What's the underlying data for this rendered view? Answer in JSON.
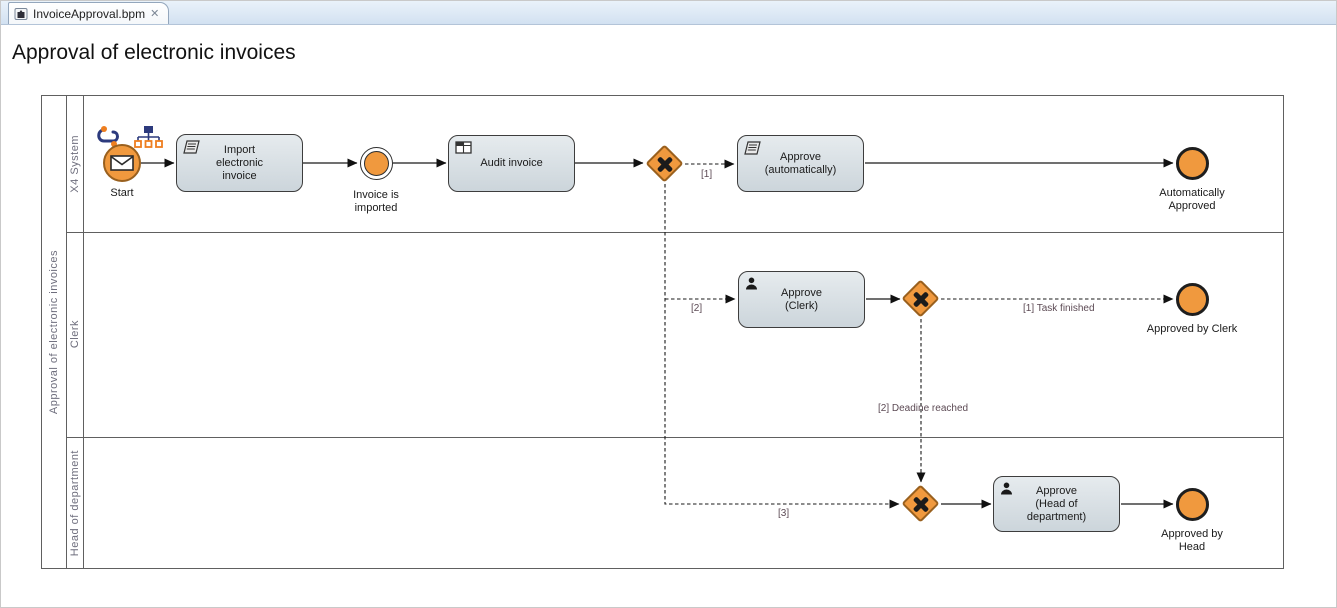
{
  "colors": {
    "accent_orange": "#F0993E",
    "orange_border": "#99601E",
    "task_fill_top": "#e6ebee",
    "task_fill_bottom": "#ccd5db",
    "tabbar_blue": "#d2e1f1",
    "line_black": "#1a1a1a",
    "pool_line_grey": "#606060",
    "lane_text_grey": "#6e6e7d"
  },
  "tab": {
    "title": "InvoiceApproval.bpm",
    "close_glyph": "✕"
  },
  "page_title": "Approval of electronic invoices",
  "pool": {
    "label": "Approval of electronic invoices",
    "lanes": [
      {
        "label": "X4 System"
      },
      {
        "label": "Clerk"
      },
      {
        "label": "Head of department"
      }
    ]
  },
  "nodes": {
    "start_event": {
      "label": "Start",
      "icon": "message-envelope-icon"
    },
    "task_import": {
      "label": "Import\nelectronic\ninvoice",
      "icon": "service-script-icon"
    },
    "event_invoice_imported": {
      "label": "Invoice is\nimported"
    },
    "task_audit": {
      "label": "Audit invoice",
      "icon": "table-icon"
    },
    "gateway_1": {
      "type": "exclusive-gateway-x"
    },
    "task_approve_auto": {
      "label": "Approve\n(automatically)",
      "icon": "service-script-icon"
    },
    "end_auto_approved": {
      "label": "Automatically\nApproved"
    },
    "task_approve_clerk": {
      "label": "Approve\n(Clerk)",
      "icon": "person-icon"
    },
    "gateway_2": {
      "type": "exclusive-gateway-x"
    },
    "end_approved_clerk": {
      "label": "Approved by Clerk"
    },
    "gateway_3": {
      "type": "exclusive-gateway-x"
    },
    "task_approve_head": {
      "label": "Approve\n(Head of\ndepartment)",
      "icon": "person-icon"
    },
    "end_approved_head": {
      "label": "Approved by\nHead"
    }
  },
  "edges": {
    "cond_1": {
      "label": "[1]"
    },
    "cond_2": {
      "label": "[2]"
    },
    "cond_3": {
      "label": "[3]"
    },
    "task_finished": {
      "label": "[1] Task finished"
    },
    "deadline_reached": {
      "label": "[2] Deadine reached"
    }
  },
  "decorations": {
    "start_overlay_icons": [
      "process-path-icon",
      "org-chart-icon"
    ]
  }
}
